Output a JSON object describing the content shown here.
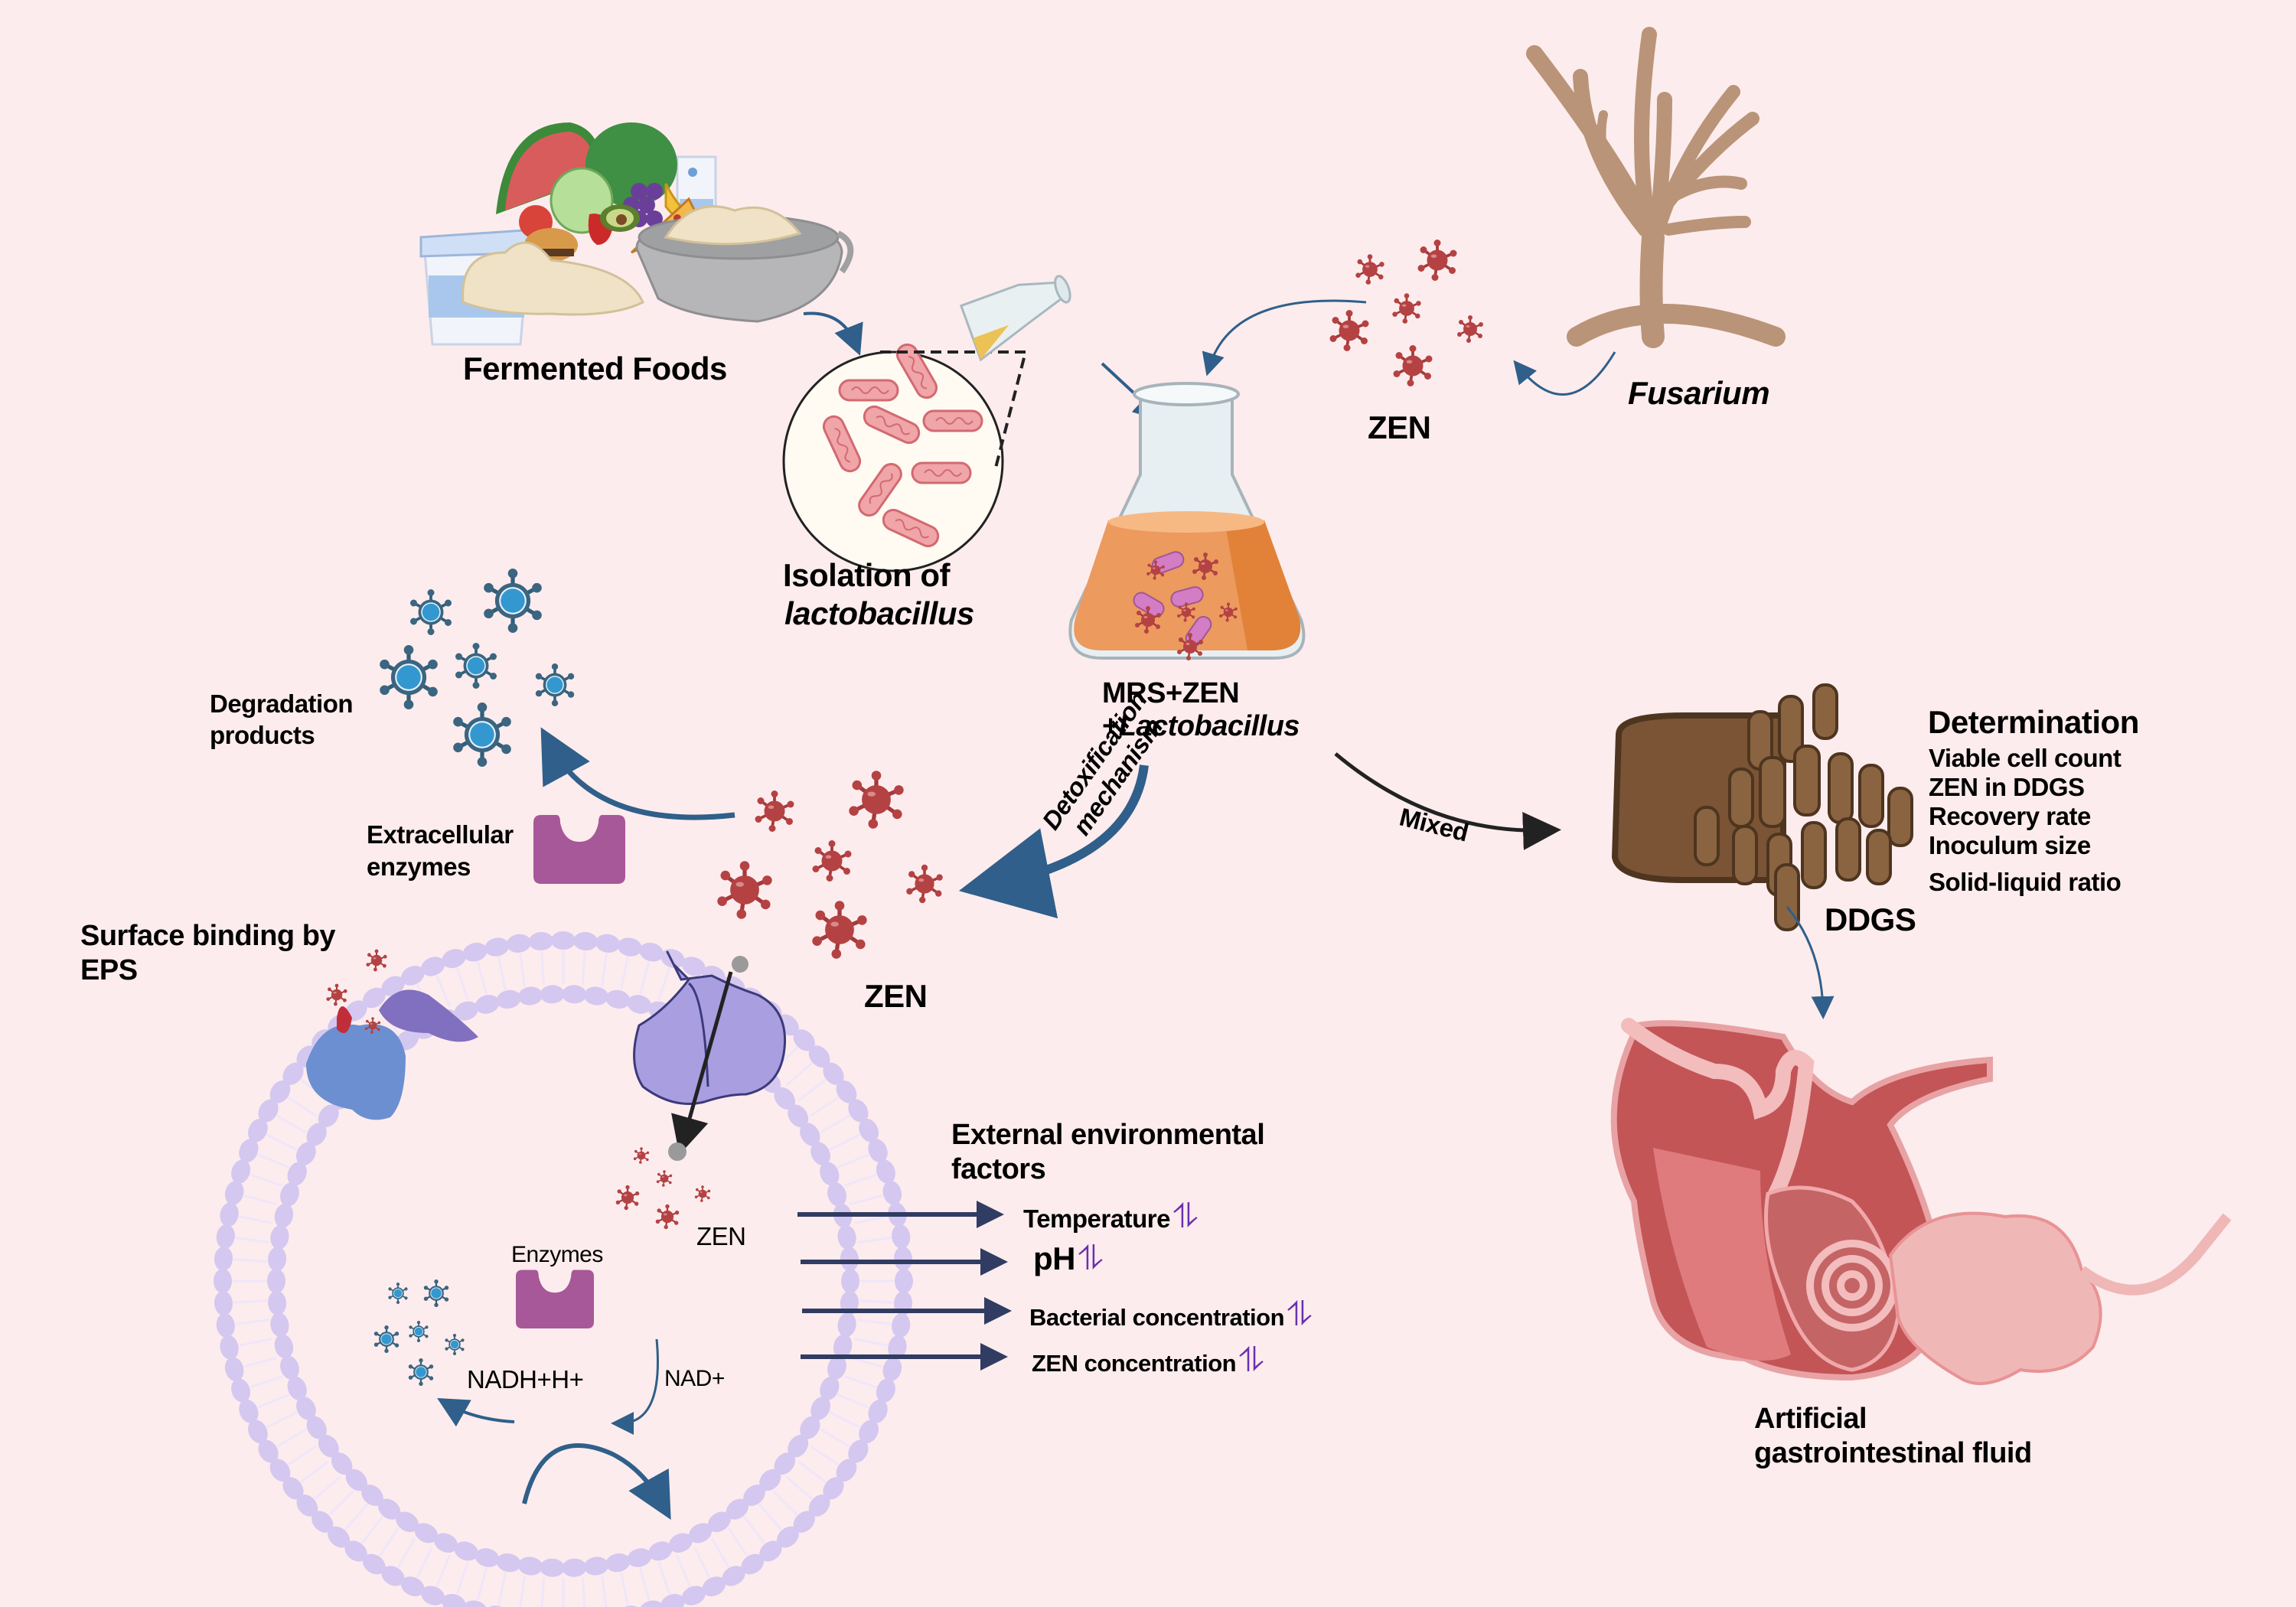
{
  "diagram": {
    "background_color": "#fdeced",
    "arrow_color": "#2f5f8a",
    "zen_color": "#b54243",
    "product_color": "#3498d0",
    "enzyme_color": "#a75898",
    "membrane_color": "#d4c8f0"
  },
  "labels": {
    "fermented_foods": "Fermented Foods",
    "isolation_line1": "Isolation of",
    "isolation_line2": "lactobacillus",
    "zen_top": "ZEN",
    "fusarium": "Fusarium",
    "flask_line1": "MRS+ZEN",
    "flask_line2_prefix": "+",
    "flask_line2_italic": "Lactobacillus",
    "degradation_line1": "Degradation",
    "degradation_line2": "products",
    "extracellular_line1": "Extracellular",
    "extracellular_line2": "enzymes",
    "zen_middle": "ZEN",
    "detox_line1": "Detoxification",
    "detox_line2": "mechanism",
    "mixed": "Mixed",
    "ddgs": "DDGS",
    "surface_line1": "Surface binding by",
    "surface_line2": "EPS",
    "cell_zen": "ZEN",
    "cell_enzymes": "Enzymes",
    "cell_nadh": "NADH+H+",
    "cell_nad": "NAD+",
    "gi_line1": "Artificial",
    "gi_line2": "gastrointestinal fluid"
  },
  "determination": {
    "title": "Determination",
    "items": [
      "Viable cell count",
      "ZEN in DDGS",
      "Recovery rate",
      "Inoculum size",
      "Solid-liquid ratio"
    ]
  },
  "external_factors": {
    "title_line1": "External environmental",
    "title_line2": "factors",
    "updown_symbol": "⥮",
    "items": [
      "Temperature",
      "pH",
      "Bacterial concentration",
      "ZEN concentration"
    ]
  },
  "icons": {
    "food": "fermented-foods-illustration",
    "petri": "lactobacillus-culture-dish",
    "pour": "pouring-flask",
    "flask": "erlenmeyer-flask",
    "toxin": "zen-toxin-molecule",
    "fungus": "fusarium-fungus",
    "product": "degradation-product-molecule",
    "enzyme": "enzyme",
    "ddgs": "ddgs-pellets",
    "gi": "gastrointestinal-tract",
    "cell": "bacterial-cell-membrane",
    "channel": "membrane-transport-channel",
    "eps": "eps-protein"
  }
}
